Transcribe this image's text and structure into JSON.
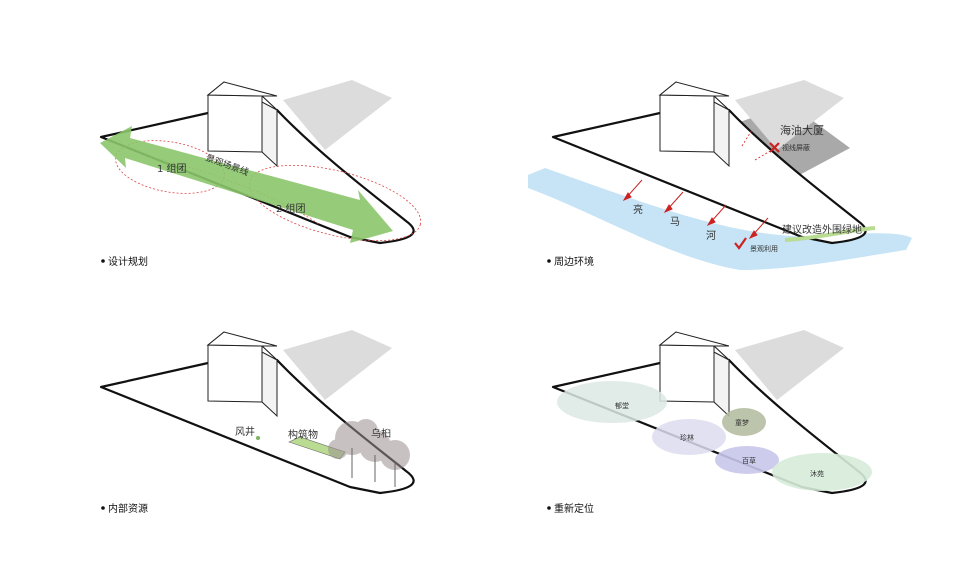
{
  "panels": {
    "design": {
      "caption": "设计规划",
      "group1": "1 组团",
      "group2": "2 组团",
      "axis": "景观场景线"
    },
    "surroundings": {
      "caption": "周边环境",
      "building": "海油大厦",
      "sight_block": "视线屏蔽",
      "river_chars": [
        "亮",
        "马",
        "河"
      ],
      "landscape_use": "景观利用",
      "green_belt": "建议改造外围绿地"
    },
    "resources": {
      "caption": "内部资源",
      "vent": "风井",
      "structure": "构筑物",
      "tree": "乌桕"
    },
    "reposition": {
      "caption": "重新定位",
      "zones": [
        {
          "label": "郁堂",
          "color": "#dce9e4"
        },
        {
          "label": "童梦",
          "color": "#b5bea2"
        },
        {
          "label": "珍林",
          "color": "#dcdcf0"
        },
        {
          "label": "百草",
          "color": "#c9c7ea"
        },
        {
          "label": "沐苑",
          "color": "#d7ecd9"
        }
      ]
    }
  },
  "colors": {
    "arrow_green": "#8bc56b",
    "river_blue": "#c6e4f6",
    "marker_red": "#cc2222",
    "green_belt": "#b9db92"
  }
}
